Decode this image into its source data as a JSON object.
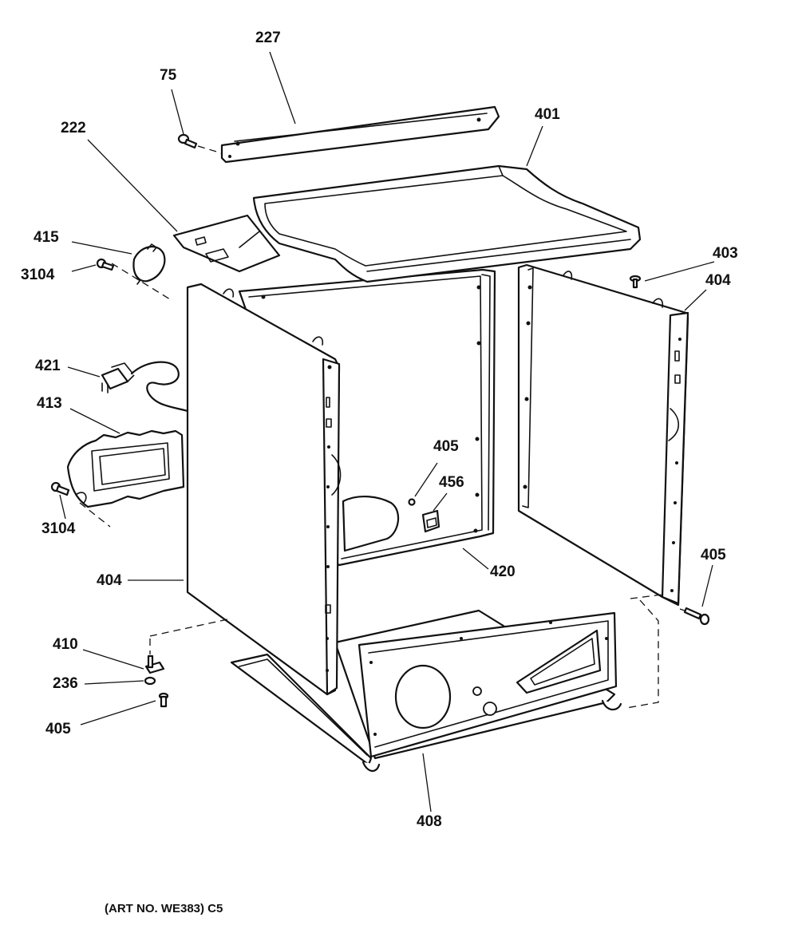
{
  "callouts": {
    "c227": "227",
    "c75": "75",
    "c222": "222",
    "c401": "401",
    "c415": "415",
    "c3104_top": "3104",
    "c403": "403",
    "c404_right": "404",
    "c421": "421",
    "c413": "413",
    "c405_mid": "405",
    "c456": "456",
    "c3104_bottom": "3104",
    "c420": "420",
    "c405_right": "405",
    "c404_left": "404",
    "c410": "410",
    "c236": "236",
    "c405_bottom": "405",
    "c408": "408"
  },
  "art_note": "(ART NO. WE383) C5"
}
